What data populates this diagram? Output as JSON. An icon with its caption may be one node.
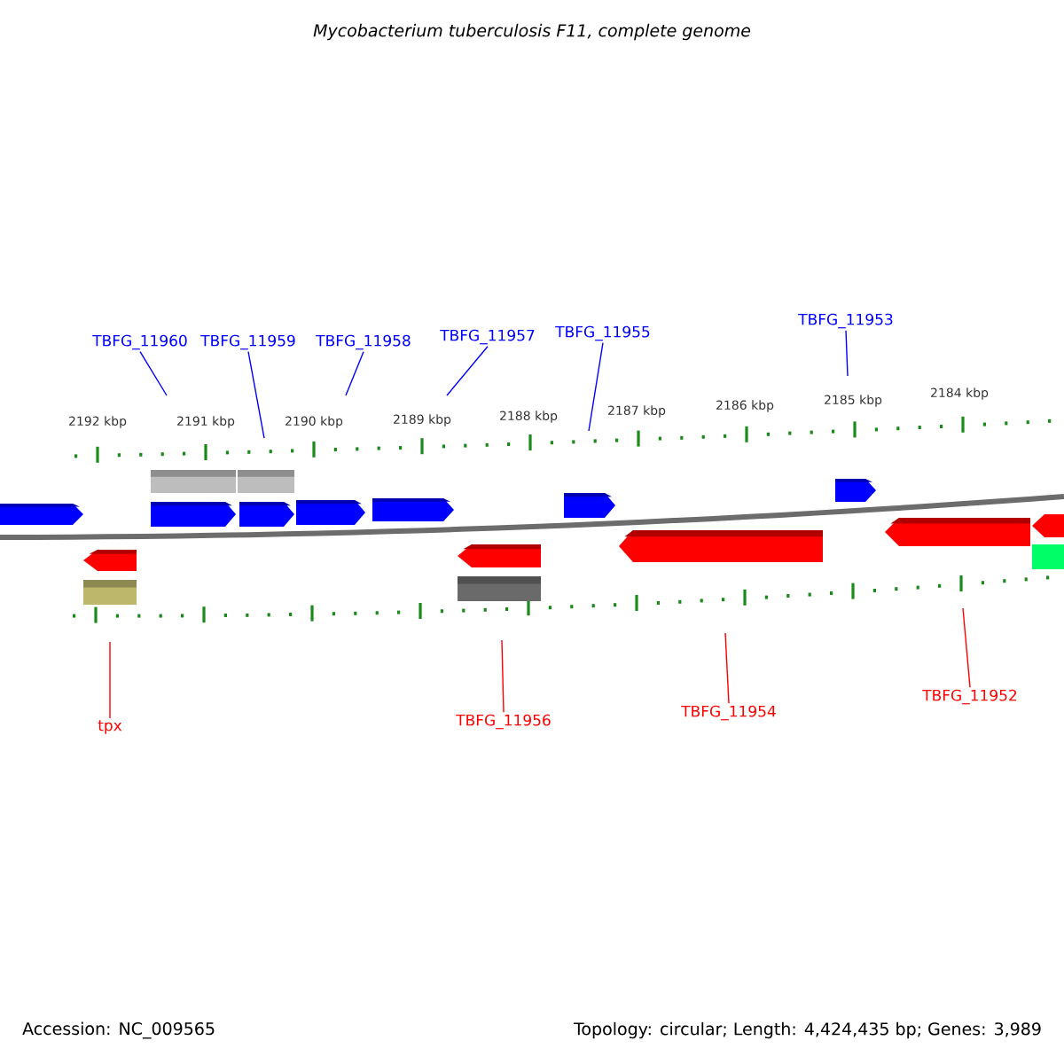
{
  "diagram": {
    "title": "Mycobacterium tuberculosis F11, complete genome",
    "nodes": [
      {
        "text": [
          "TBFG_11960"
        ]
      },
      {
        "text": [
          "TBFG_11959"
        ]
      },
      {
        "text": [
          "TBFG_11958"
        ]
      },
      {
        "text": [
          "TBFG_11957"
        ]
      },
      {
        "text": [
          "TBFG_11955"
        ]
      },
      {
        "text": [
          "TBFG_11953"
        ]
      },
      {
        "text": [
          "tpx"
        ]
      },
      {
        "text": [
          "TBFG_11956"
        ]
      },
      {
        "text": [
          "TBFG_11954"
        ]
      },
      {
        "text": [
          "TBFG_11952"
        ]
      }
    ],
    "edges": [
      {
        "from": 0,
        "to": null,
        "arrow": "none"
      },
      {
        "from": 1,
        "to": null,
        "arrow": "none"
      },
      {
        "from": 2,
        "to": null,
        "arrow": "none"
      },
      {
        "from": 3,
        "to": null,
        "arrow": "none"
      },
      {
        "from": 4,
        "to": null,
        "arrow": "none"
      },
      {
        "from": 5,
        "to": null,
        "arrow": "none"
      },
      {
        "from": 6,
        "to": null,
        "arrow": "none",
        "color": "#ff0000"
      },
      {
        "from": 7,
        "to": null,
        "arrow": "none",
        "color": "#ff0000"
      },
      {
        "from": 8,
        "to": null,
        "arrow": "none",
        "color": "#ff0000"
      },
      {
        "from": 9,
        "to": null,
        "arrow": "none",
        "color": "#ff0000"
      }
    ],
    "labels": [
      "2192 kbp",
      "2191 kbp",
      "2190 kbp",
      "2189 kbp",
      "2188 kbp",
      "2187 kbp",
      "2186 kbp",
      "2185 kbp",
      "2184 kbp",
      "Accession: NC_009565",
      "Topology: circular; Length: 4,424,435 bp; Genes: 3,989"
    ]
  }
}
